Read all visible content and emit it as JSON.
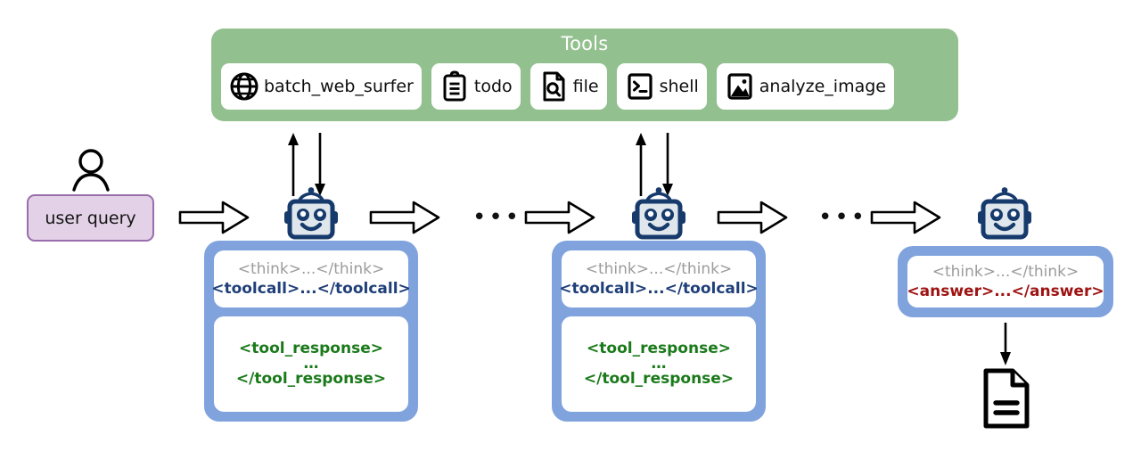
{
  "tools_panel": {
    "title": "Tools",
    "bg_color": "#93c08f",
    "tools": [
      {
        "label": "batch_web_surfer",
        "icon": "globe-icon"
      },
      {
        "label": "todo",
        "icon": "clipboard-icon"
      },
      {
        "label": "file",
        "icon": "file-search-icon"
      },
      {
        "label": "shell",
        "icon": "terminal-icon"
      },
      {
        "label": "analyze_image",
        "icon": "image-icon"
      }
    ]
  },
  "input": {
    "person_icon": "person-icon",
    "label": "user query",
    "fill_color": "#e3d2e7",
    "border_color": "#9a6dab"
  },
  "flow": {
    "arrow_icon": "right-arrow-icon",
    "ellipsis": "•••",
    "up_arrow_icon": "up-arrow-icon",
    "down_arrow_icon": "down-arrow-icon",
    "robot_icon": "robot-icon"
  },
  "steps": [
    {
      "panel_color": "#80a3dd",
      "think": "<think>...</think>",
      "action": "<toolcall>...</toolcall>",
      "action_kind": "toolcall",
      "response_open": "<tool_response>",
      "response_dots": "…",
      "response_close": "</tool_response>"
    },
    {
      "panel_color": "#80a3dd",
      "think": "<think>...</think>",
      "action": "<toolcall>...</toolcall>",
      "action_kind": "toolcall",
      "response_open": "<tool_response>",
      "response_dots": "…",
      "response_close": "</tool_response>"
    },
    {
      "panel_color": "#80a3dd",
      "think": "<think>...</think>",
      "action": "<answer>...</answer>",
      "action_kind": "answer"
    }
  ],
  "output": {
    "arrow_icon": "down-arrow-icon",
    "doc_icon": "document-icon"
  },
  "colors": {
    "think": "#9c9c9c",
    "toolcall": "#1f3f78",
    "tool_response": "#1a7a1a",
    "answer": "#9e1212",
    "panel": "#80a3dd",
    "tools_green": "#93c08f",
    "robot_outline": "#163a6b",
    "robot_fill": "#dfe6ec"
  }
}
